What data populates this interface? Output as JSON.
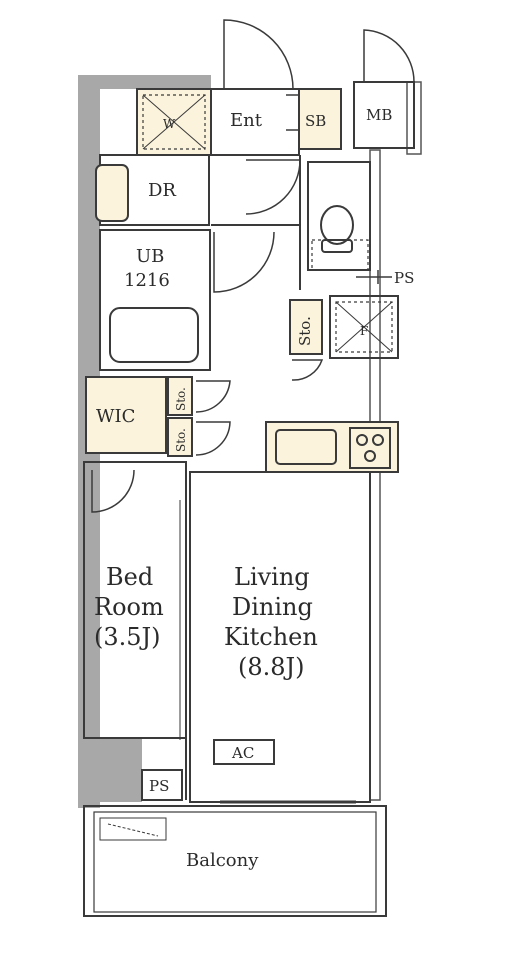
{
  "rooms": {
    "ent": "Ent",
    "sb": "SB",
    "mb": "MB",
    "w": "W",
    "dr": "DR",
    "ub": "UB",
    "ub_size": "1216",
    "ps_top": "PS",
    "sto_wc": "Sto.",
    "f": "F",
    "wic": "WIC",
    "sto_1": "Sto.",
    "sto_2": "Sto.",
    "bed": [
      "Bed",
      "Room",
      "(3.5J)"
    ],
    "ldk": [
      "Living",
      "Dining",
      "Kitchen",
      "(8.8J)"
    ],
    "ac": "AC",
    "ps_bottom": "PS",
    "balcony": "Balcony"
  },
  "colors": {
    "wall": "#a8a8a8",
    "wall_line": "#555555",
    "beige": "#fbf3dc",
    "line": "#3a3a3a"
  }
}
